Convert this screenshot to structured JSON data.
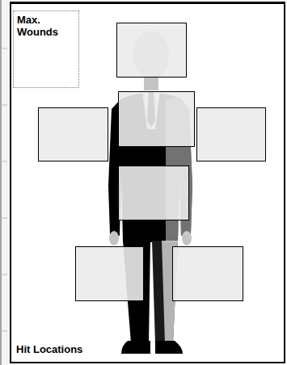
{
  "diagram": {
    "nodes": [
      {
        "text": [
          "Hit Locations"
        ]
      },
      {
        "text": [
          "Max. Wounds"
        ],
        "in": 0
      }
    ]
  }
}
